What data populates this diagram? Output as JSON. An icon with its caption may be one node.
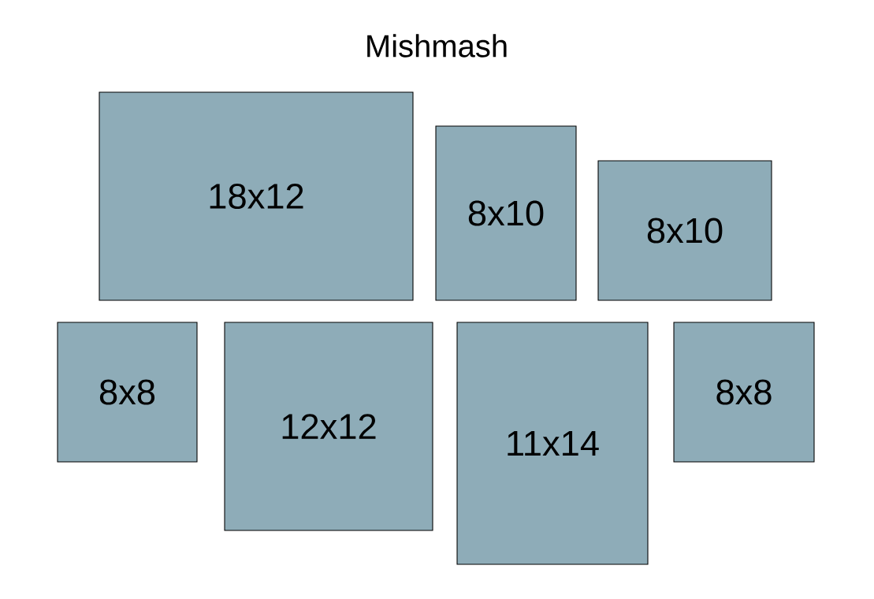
{
  "diagram": {
    "title": "Mishmash",
    "nodes": [
      {
        "text": [
          "18x12"
        ]
      },
      {
        "text": [
          "8x10"
        ]
      },
      {
        "text": [
          "8x10"
        ]
      },
      {
        "text": [
          "8x8"
        ]
      },
      {
        "text": [
          "12x12"
        ]
      },
      {
        "text": [
          "11x14"
        ]
      },
      {
        "text": [
          "8x8"
        ]
      }
    ],
    "edges": []
  }
}
